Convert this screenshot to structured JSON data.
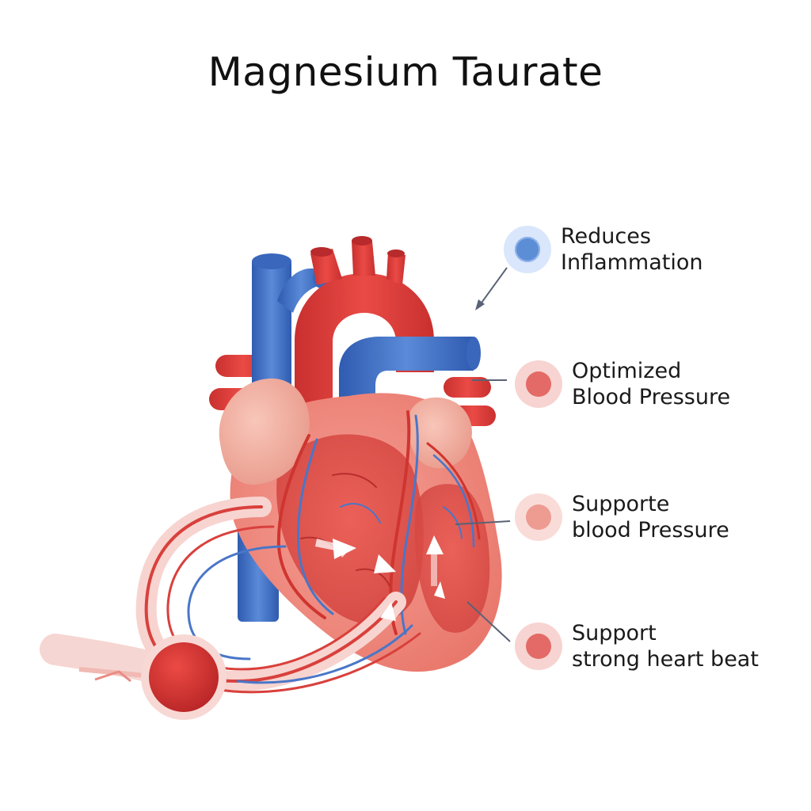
{
  "title": "Magnesium Taurate",
  "benefits": [
    {
      "line1": "Reduces",
      "line2": "Inflammation",
      "color": "blue"
    },
    {
      "line1": "Optimized",
      "line2": "Blood Pressure",
      "color": "red"
    },
    {
      "line1": "Supporte",
      "line2": "blood Pressure",
      "color": "pink"
    },
    {
      "line1": "Support",
      "line2": "strong heart beat",
      "color": "red"
    }
  ],
  "colors": {
    "artery": "#e0413f",
    "artery_dark": "#b82a2c",
    "vein": "#3f6fc4",
    "vein_dark": "#2a4f99",
    "muscle": "#f08a80",
    "muscle_light": "#f7b8ae",
    "atrium": "#f3b3a5"
  }
}
